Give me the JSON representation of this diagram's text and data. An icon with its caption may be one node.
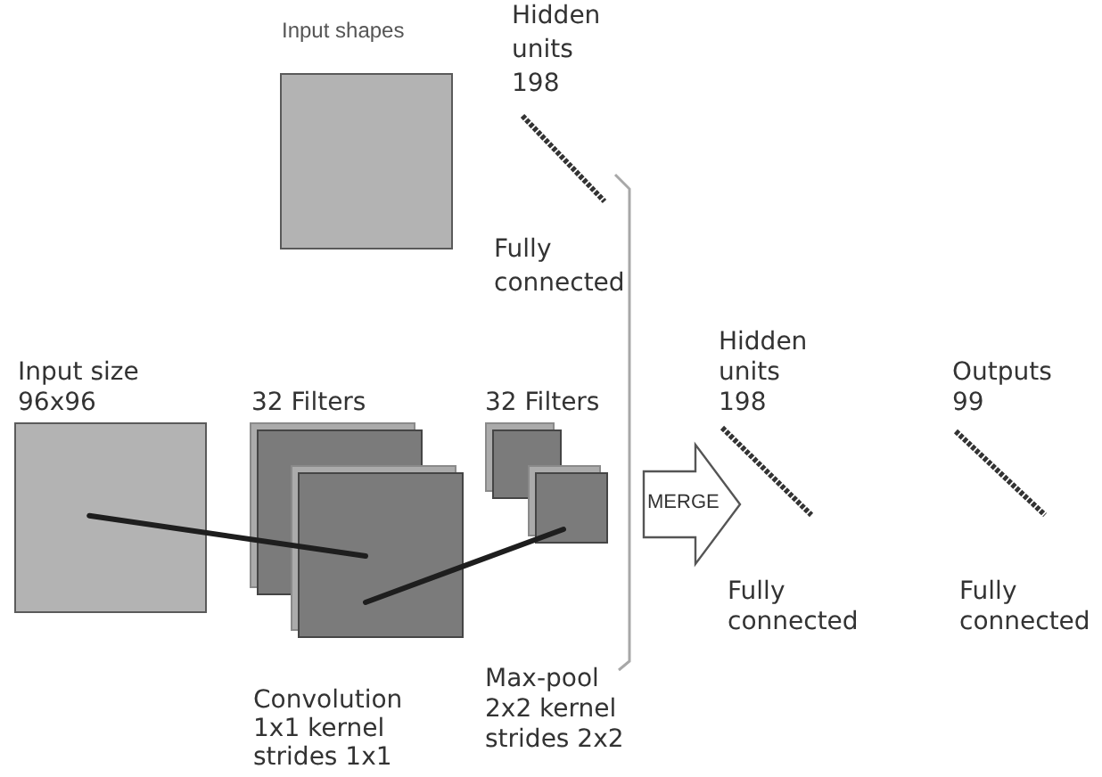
{
  "diagram": {
    "nodes": [
      {
        "text": [
          "Input shapes"
        ]
      },
      {
        "text": [
          "Hidden units 198"
        ],
        "beside": [
          "Fully connected"
        ]
      },
      {
        "text": [
          "Input size 96x96"
        ]
      },
      {
        "text": [
          "32 Filters"
        ],
        "beside": [
          "Convolution 1x1 kernel strides 1x1"
        ]
      },
      {
        "text": [
          "32 Filters"
        ]
      },
      {
        "text": [
          "Hidden units 198"
        ]
      },
      {
        "text": [
          "Outputs 99"
        ],
        "beside": [
          "Fully connected"
        ]
      }
    ],
    "edges": [
      {
        "from": 2,
        "to": 3,
        "arrow": "none"
      },
      {
        "from": 3,
        "to": 4,
        "arrow": "none"
      },
      {
        "from": 4,
        "to": 5,
        "arrow": "to",
        "label": "MERGE",
        "style": "thick"
      }
    ],
    "labels": [
      "Fully connected",
      "Max-pool 2x2 kernel strides 2x2"
    ]
  }
}
